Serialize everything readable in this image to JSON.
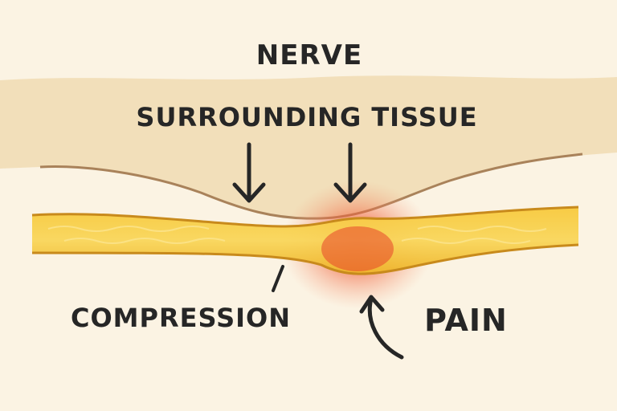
{
  "labels": {
    "nerve": "NERVE",
    "tissue": "SURROUNDING TISSUE",
    "compression": "COMPRESSION",
    "pain": "PAIN"
  },
  "colors": {
    "background": "#fbf3e3",
    "tissue": "#f2dfba",
    "tissue_edge": "#a9825a",
    "nerve": "#f6c233",
    "nerve_edge": "#c88a1c",
    "pain": "#e8432a",
    "text": "#262626"
  }
}
